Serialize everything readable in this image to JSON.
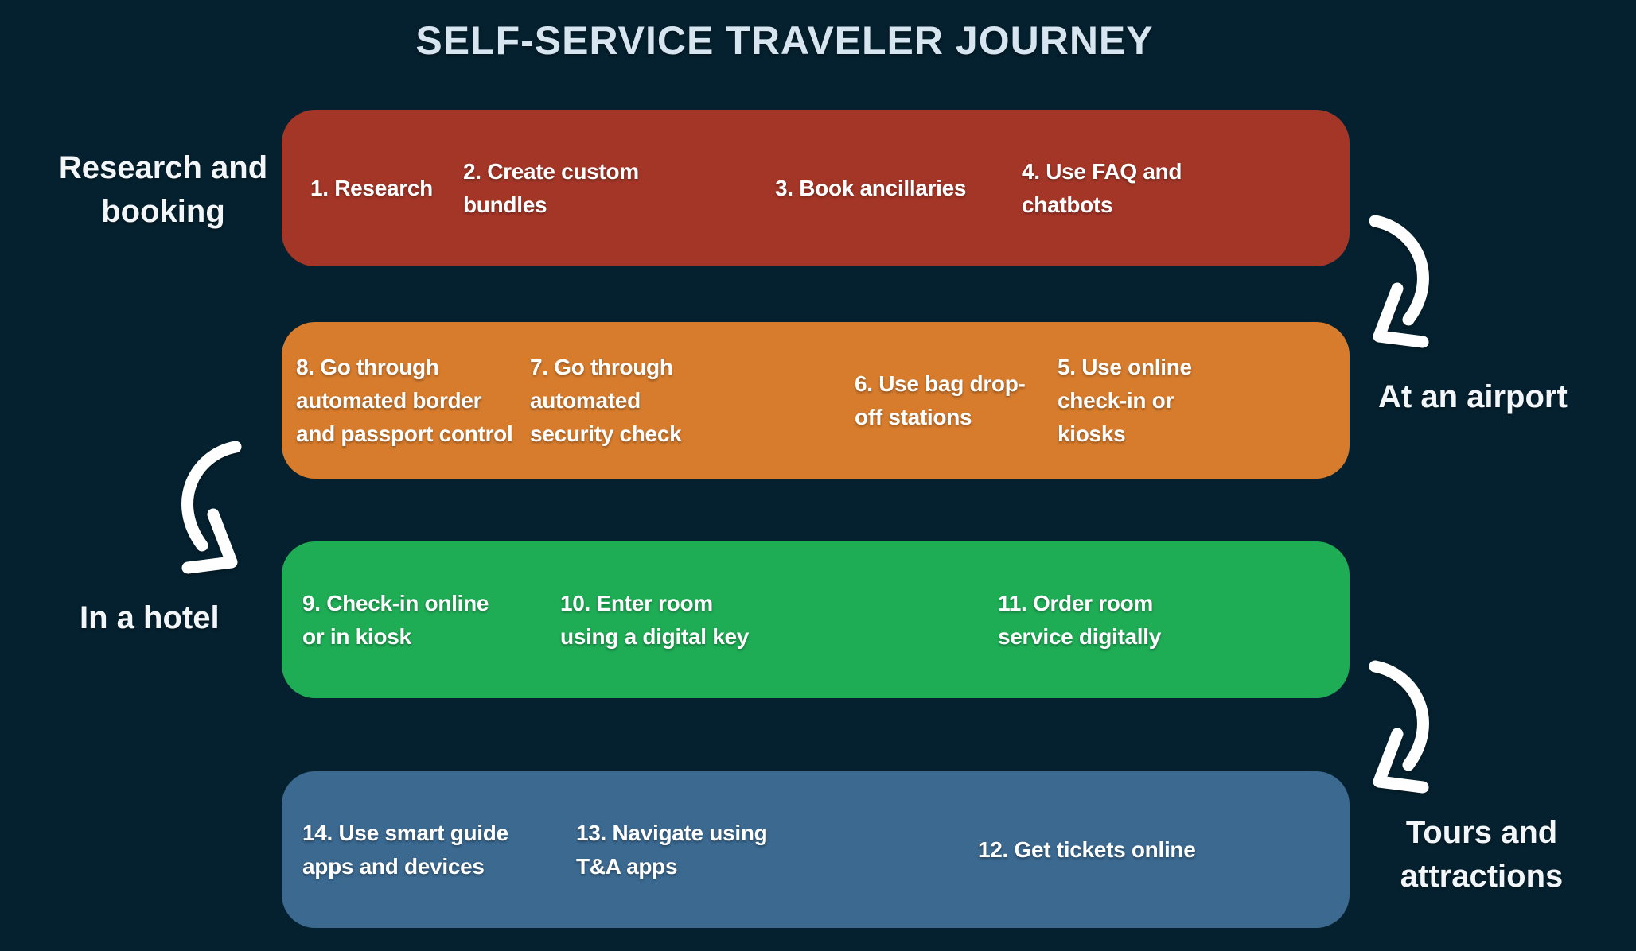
{
  "title": "SELF-SERVICE TRAVELER JOURNEY",
  "theme": {
    "background": "#05212f",
    "title_color": "#d6e5ef",
    "step_text_color": "#ffffff",
    "label_text_color": "#f3f6f8",
    "arrow_color": "#ffffff"
  },
  "stages": [
    {
      "label": "Research and\nbooking",
      "color": "#a43627",
      "steps": [
        "1. Research",
        "2. Create custom\nbundles",
        "3. Book ancillaries",
        "4. Use FAQ and\nchatbots"
      ]
    },
    {
      "label": "At an airport",
      "color": "#d77c2d",
      "steps": [
        "8. Go through\nautomated border\nand passport control",
        "7. Go through\nautomated\nsecurity check",
        "6. Use bag drop-\noff stations",
        "5. Use online\ncheck-in or\nkiosks"
      ]
    },
    {
      "label": "In a hotel",
      "color": "#1ead55",
      "steps": [
        "9. Check-in online\nor in kiosk",
        "10. Enter room\nusing a digital key",
        "11. Order room\nservice digitally"
      ]
    },
    {
      "label": "Tours and\nattractions",
      "color": "#3b6990",
      "steps": [
        "14. Use smart guide\napps and devices",
        "13. Navigate using\nT&A apps",
        "12. Get tickets online"
      ]
    }
  ]
}
